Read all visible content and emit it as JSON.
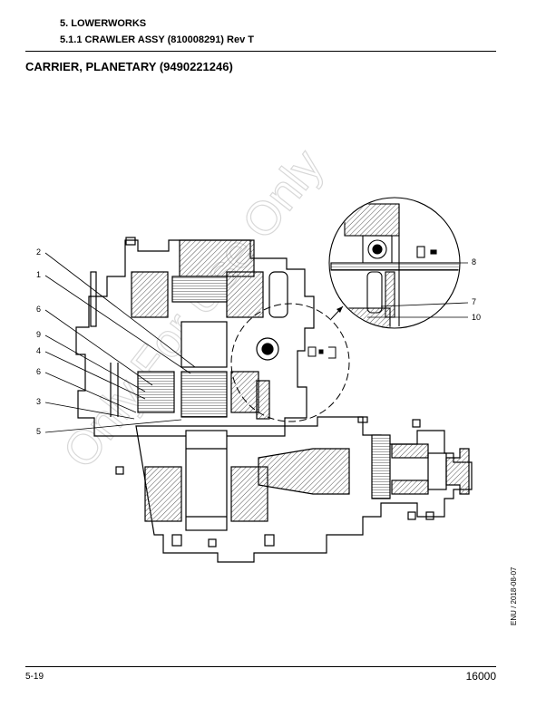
{
  "header": {
    "section": "5. LOWERWORKS",
    "subsection": "5.1.1 CRAWLER ASSY (810008291) Rev T"
  },
  "title": "CARRIER, PLANETARY (9490221246)",
  "watermark": "Only For Use Only",
  "callouts": {
    "c2": "2",
    "c1": "1",
    "c6a": "6",
    "c9": "9",
    "c4": "4",
    "c6b": "6",
    "c3": "3",
    "c5": "5",
    "c8": "8",
    "c7": "7",
    "c10": "10"
  },
  "side_stamp": "ENU / 2018-08-07",
  "footer": {
    "page": "5-19",
    "model": "16000"
  },
  "colors": {
    "line": "#000000",
    "hatch": "#555555",
    "watermark": "#d8d8d8"
  }
}
